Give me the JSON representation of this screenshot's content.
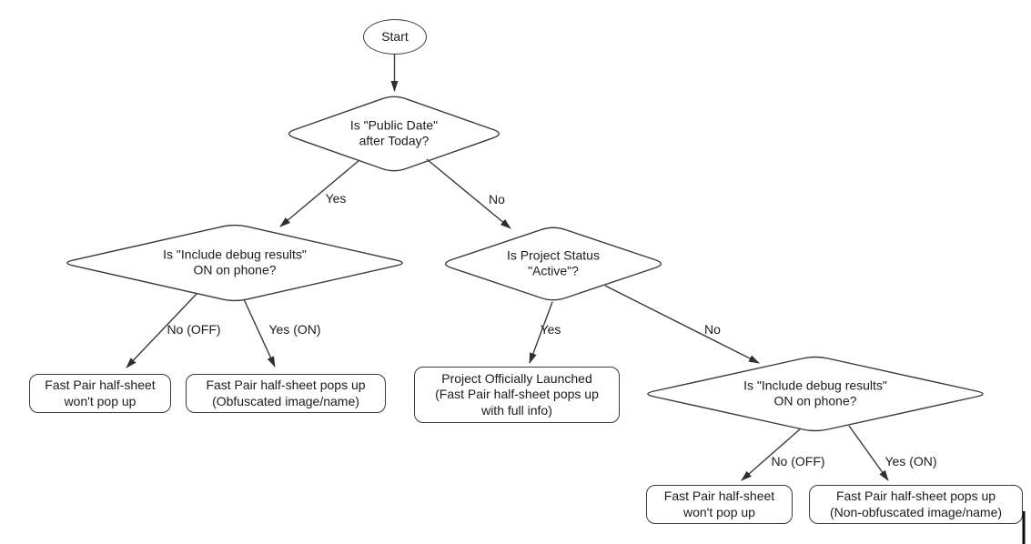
{
  "nodes": {
    "start": {
      "label": "Start"
    },
    "public_date": {
      "label": "Is \"Public Date\"\nafter Today?"
    },
    "debug_left": {
      "label": "Is \"Include debug results\"\nON on phone?"
    },
    "project_status": {
      "label": "Is Project Status\n\"Active\"?"
    },
    "debug_right": {
      "label": "Is \"Include debug results\"\nON on phone?"
    },
    "no_popup_left": {
      "label": "Fast Pair half-sheet\nwon't pop up"
    },
    "obfuscated": {
      "label": "Fast Pair half-sheet pops up\n(Obfuscated image/name)"
    },
    "launched": {
      "label": "Project Officially Launched\n(Fast Pair half-sheet pops up\nwith full info)"
    },
    "no_popup_right": {
      "label": "Fast Pair half-sheet\nwon't pop up"
    },
    "non_obfuscated": {
      "label": "Fast Pair half-sheet pops up\n(Non-obfuscated image/name)"
    }
  },
  "edges": {
    "yes_top": "Yes",
    "no_top": "No",
    "no_off_left": "No (OFF)",
    "yes_on_left": "Yes (ON)",
    "yes_mid": "Yes",
    "no_mid": "No",
    "no_off_right": "No (OFF)",
    "yes_on_right": "Yes (ON)"
  },
  "colors": {
    "stroke": "#3a3a3a",
    "text": "#1b1b1b",
    "background": "#ffffff"
  }
}
